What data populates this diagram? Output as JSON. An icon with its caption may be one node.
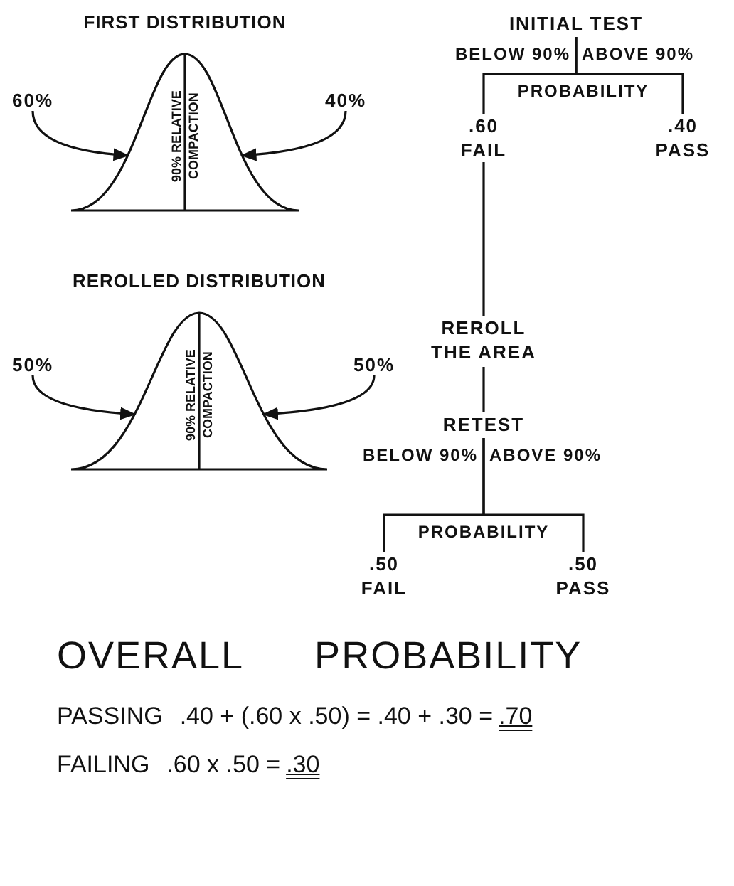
{
  "diagram": {
    "nodes": [
      {
        "text": [
          "FIRST DISTRIBUTION",
          "90% RELATIVE COMPACTION"
        ]
      },
      {
        "text": [
          "60%"
        ]
      },
      {
        "text": [
          "40%"
        ]
      },
      {
        "text": [
          "INITIAL TEST"
        ]
      },
      {
        "text": [
          ".60",
          "FAIL"
        ]
      },
      {
        "text": [
          ".40",
          "PASS"
        ]
      },
      {
        "text": [
          "REROLLED DISTRIBUTION",
          "90% RELATIVE COMPACTION"
        ]
      },
      {
        "text": [
          "50%"
        ]
      },
      {
        "text": [
          "50%"
        ]
      },
      {
        "text": [
          "REROLL THE AREA"
        ]
      },
      {
        "text": [
          "RETEST"
        ]
      },
      {
        "text": [
          ".50",
          "FAIL"
        ]
      },
      {
        "text": [
          ".50",
          "PASS"
        ]
      }
    ],
    "edges": [
      {
        "from": 1,
        "to": 0,
        "arrow": "to"
      },
      {
        "from": 2,
        "to": 0,
        "arrow": "to"
      },
      {
        "from": 3,
        "to": 4,
        "arrow": "none",
        "label": "BELOW 90%"
      },
      {
        "from": 3,
        "to": 5,
        "arrow": "none",
        "label": "ABOVE 90%"
      },
      {
        "from": 4,
        "to": 9,
        "arrow": "none"
      },
      {
        "from": 9,
        "to": 10,
        "arrow": "none"
      },
      {
        "from": 7,
        "to": 6,
        "arrow": "to"
      },
      {
        "from": 8,
        "to": 6,
        "arrow": "to"
      },
      {
        "from": 10,
        "to": 11,
        "arrow": "none",
        "label": "BELOW 90%"
      },
      {
        "from": 10,
        "to": 12,
        "arrow": "none",
        "label": "ABOVE 90%"
      }
    ],
    "labels": [
      "PROBABILITY",
      "PROBABILITY",
      "OVERALL PROBABILITY",
      "PASSING",
      ".40 + (.60 x .50) = .40 + .30 =",
      ".70",
      "FAILING",
      ".60 x .50 =",
      ".30"
    ]
  }
}
